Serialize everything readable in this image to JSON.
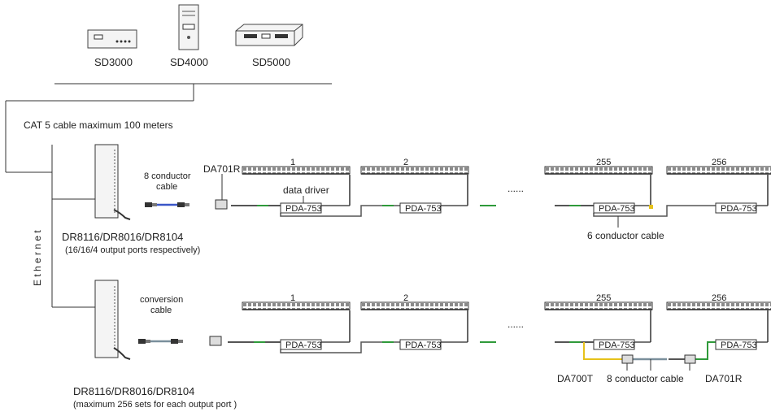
{
  "controllers": [
    {
      "label": "SD3000"
    },
    {
      "label": "SD4000"
    },
    {
      "label": "SD5000"
    }
  ],
  "cat5_label": "CAT 5 cable maximum 100 meters",
  "ethernet_label": "E t h e r n e t",
  "row1": {
    "distributor_label": "DR8116/DR8016/DR8104",
    "distributor_note": "(16/16/4 output ports respectively)",
    "cable_label_line1": "8 conductor",
    "cable_label_line2": "cable",
    "adapter_label": "DA701R",
    "data_driver_label": "data driver",
    "driver_label": "PDA-753",
    "six_conductor_label": "6 conductor cable",
    "fixture_numbers": [
      "1",
      "2",
      "255",
      "256"
    ],
    "ellipsis": "......"
  },
  "row2": {
    "distributor_label": "DR8116/DR8016/DR8104",
    "distributor_note": "(maximum 256 sets for each output port )",
    "cable_label_line1": "conversion",
    "cable_label_line2": "cable",
    "driver_label": "PDA-753",
    "fixture_numbers": [
      "1",
      "2",
      "255",
      "256"
    ],
    "ellipsis": "......",
    "da700t_label": "DA700T",
    "eight_conductor_label": "8 conductor cable",
    "da701r_label": "DA701R"
  }
}
